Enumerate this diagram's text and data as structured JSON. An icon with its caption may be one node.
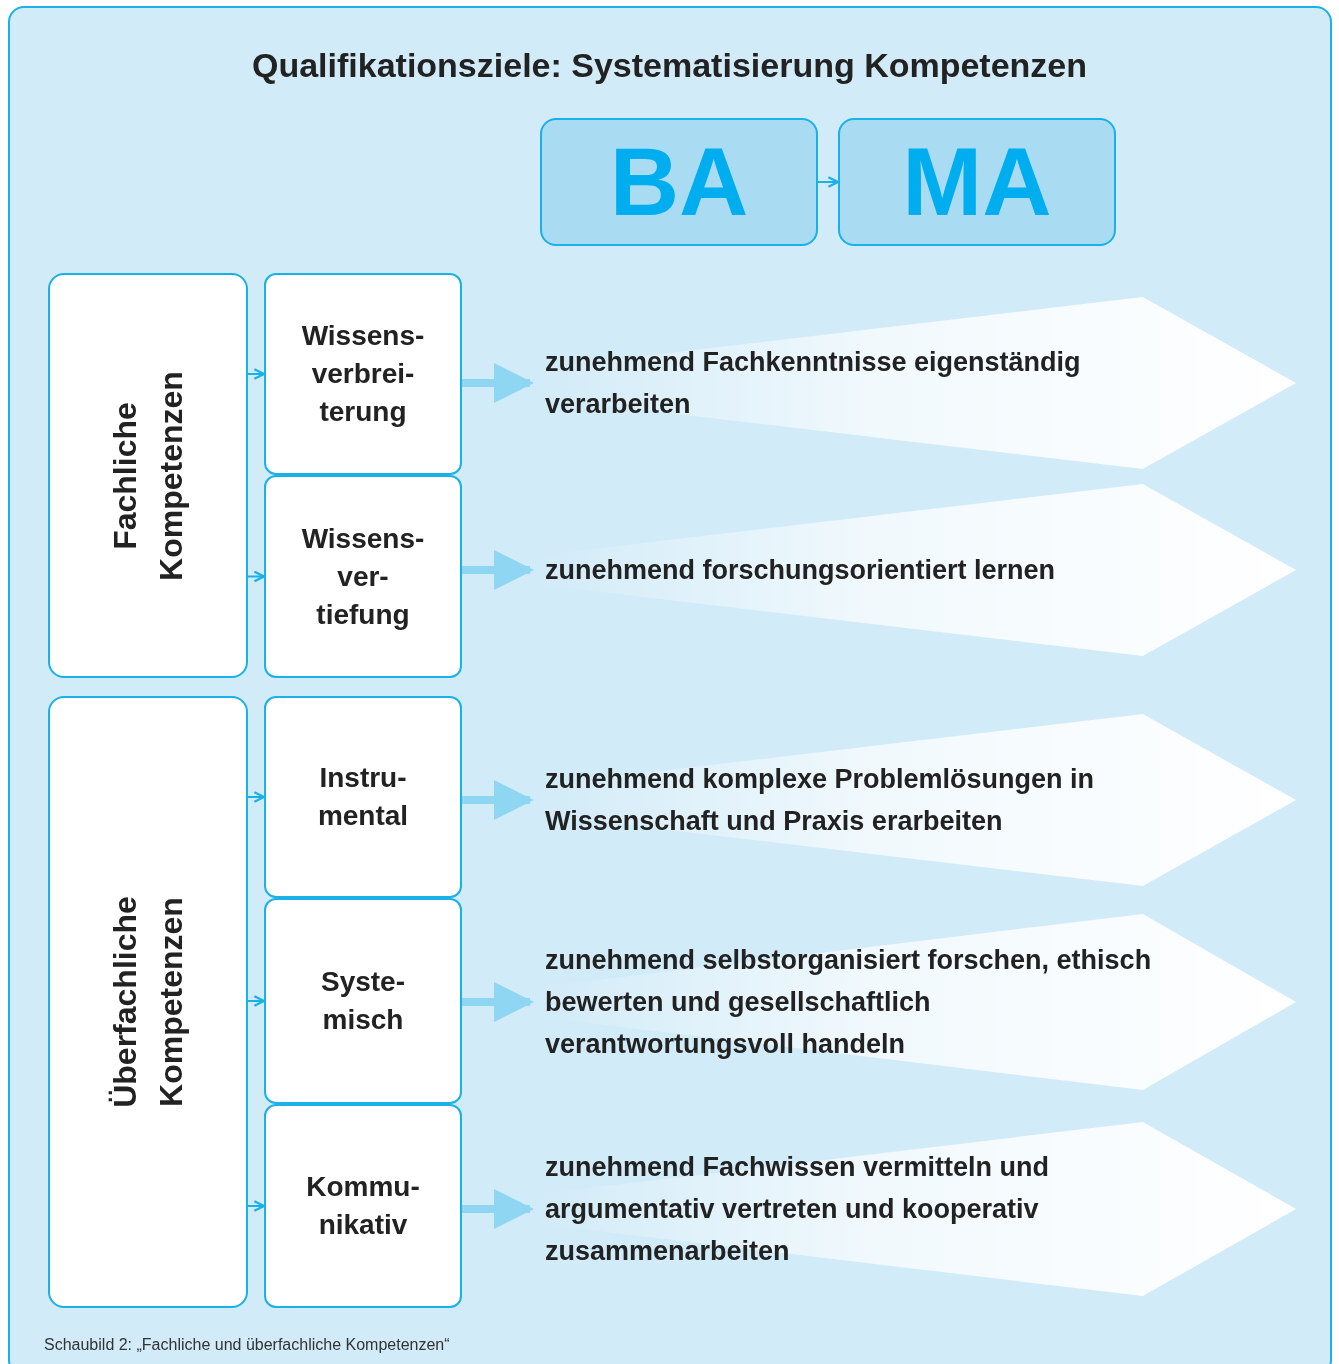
{
  "diagram": {
    "title": "Qualifikationsziele: Systematisierung Kompetenzen",
    "caption": "Schaubild 2: „Fachliche und überfachliche Kompetenzen“",
    "nodes": [
      {
        "text": [
          "BA"
        ]
      },
      {
        "text": [
          "MA"
        ]
      },
      {
        "text": [
          "Fachliche Kompetenzen"
        ]
      },
      {
        "text": [
          "Wissens- verbrei- terung"
        ]
      },
      {
        "text": [
          "Wissens- ver- tiefung"
        ]
      },
      {
        "text": [
          "Überfachliche Kompetenzen"
        ]
      },
      {
        "text": [
          "Instru- mental"
        ]
      },
      {
        "text": [
          "Syste- misch"
        ]
      },
      {
        "text": [
          "Kommu- nikativ"
        ]
      },
      {
        "text": [
          "zunehmend Fachkenntnisse eigenständig verarbeiten"
        ]
      },
      {
        "text": [
          "zunehmend forschungsorientiert lernen"
        ]
      },
      {
        "text": [
          "zunehmend komplexe Problemlösungen in Wissenschaft und Praxis erarbeiten"
        ]
      },
      {
        "text": [
          "zunehmend selbstorganisiert forschen, ethisch bewerten und gesellschaftlich verantwortungsvoll handeln"
        ]
      },
      {
        "text": [
          "zunehmend Fachwissen vermitteln und argumentativ vertreten und kooperativ zusammenarbeiten"
        ]
      }
    ],
    "edges": [
      {
        "from": 0,
        "to": 1,
        "arrow": "to"
      },
      {
        "from": 2,
        "to": 3,
        "arrow": "to"
      },
      {
        "from": 2,
        "to": 4,
        "arrow": "to"
      },
      {
        "from": 5,
        "to": 6,
        "arrow": "to"
      },
      {
        "from": 5,
        "to": 7,
        "arrow": "to"
      },
      {
        "from": 5,
        "to": 8,
        "arrow": "to"
      },
      {
        "from": 3,
        "to": 9,
        "arrow": "to",
        "style": "thick",
        "color": "#8fd6f2"
      },
      {
        "from": 4,
        "to": 10,
        "arrow": "to",
        "style": "thick",
        "color": "#8fd6f2"
      },
      {
        "from": 6,
        "to": 11,
        "arrow": "to",
        "style": "thick",
        "color": "#8fd6f2"
      },
      {
        "from": 7,
        "to": 12,
        "arrow": "to",
        "style": "thick",
        "color": "#8fd6f2"
      },
      {
        "from": 8,
        "to": 13,
        "arrow": "to",
        "style": "thick",
        "color": "#8fd6f2"
      }
    ]
  }
}
